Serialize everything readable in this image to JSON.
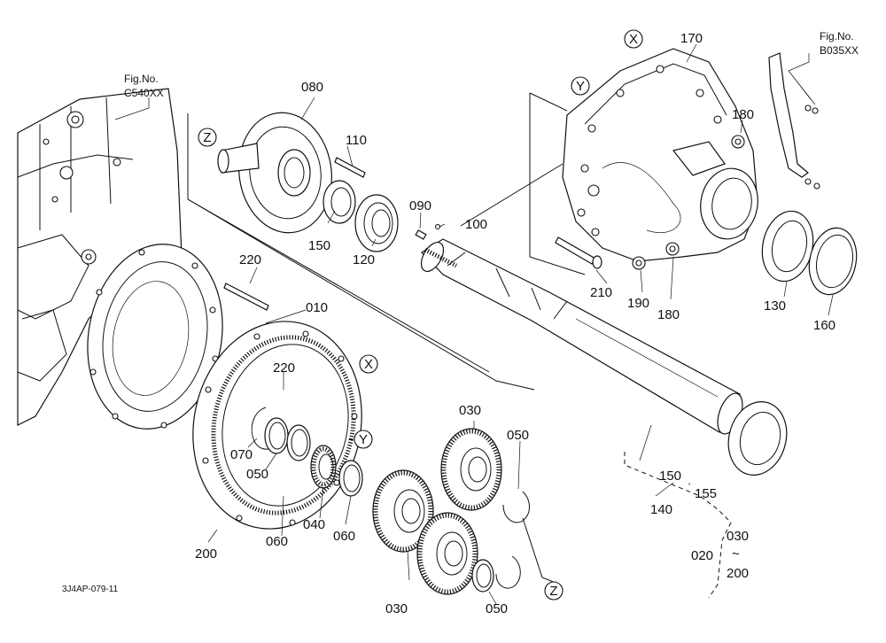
{
  "diagram_id": "3J4AP-079-11",
  "figure_refs": [
    {
      "caption": "Fig.No.",
      "number": "C540XX"
    },
    {
      "caption": "Fig.No.",
      "number": "B035XX"
    }
  ],
  "reference_markers": {
    "x": "X",
    "y": "Y",
    "z": "Z"
  },
  "callouts": {
    "p010": "010",
    "p020": "020",
    "p030": "030",
    "p040": "040",
    "p050": "050",
    "p060": "060",
    "p070": "070",
    "p080": "080",
    "p090": "090",
    "p100": "100",
    "p110": "110",
    "p120": "120",
    "p130": "130",
    "p140": "140",
    "p150": "150",
    "p155": "155",
    "p160": "160",
    "p170": "170",
    "p180": "180",
    "p190": "190",
    "p200": "200",
    "p210": "210",
    "p220": "220"
  },
  "range_tilde": "~"
}
